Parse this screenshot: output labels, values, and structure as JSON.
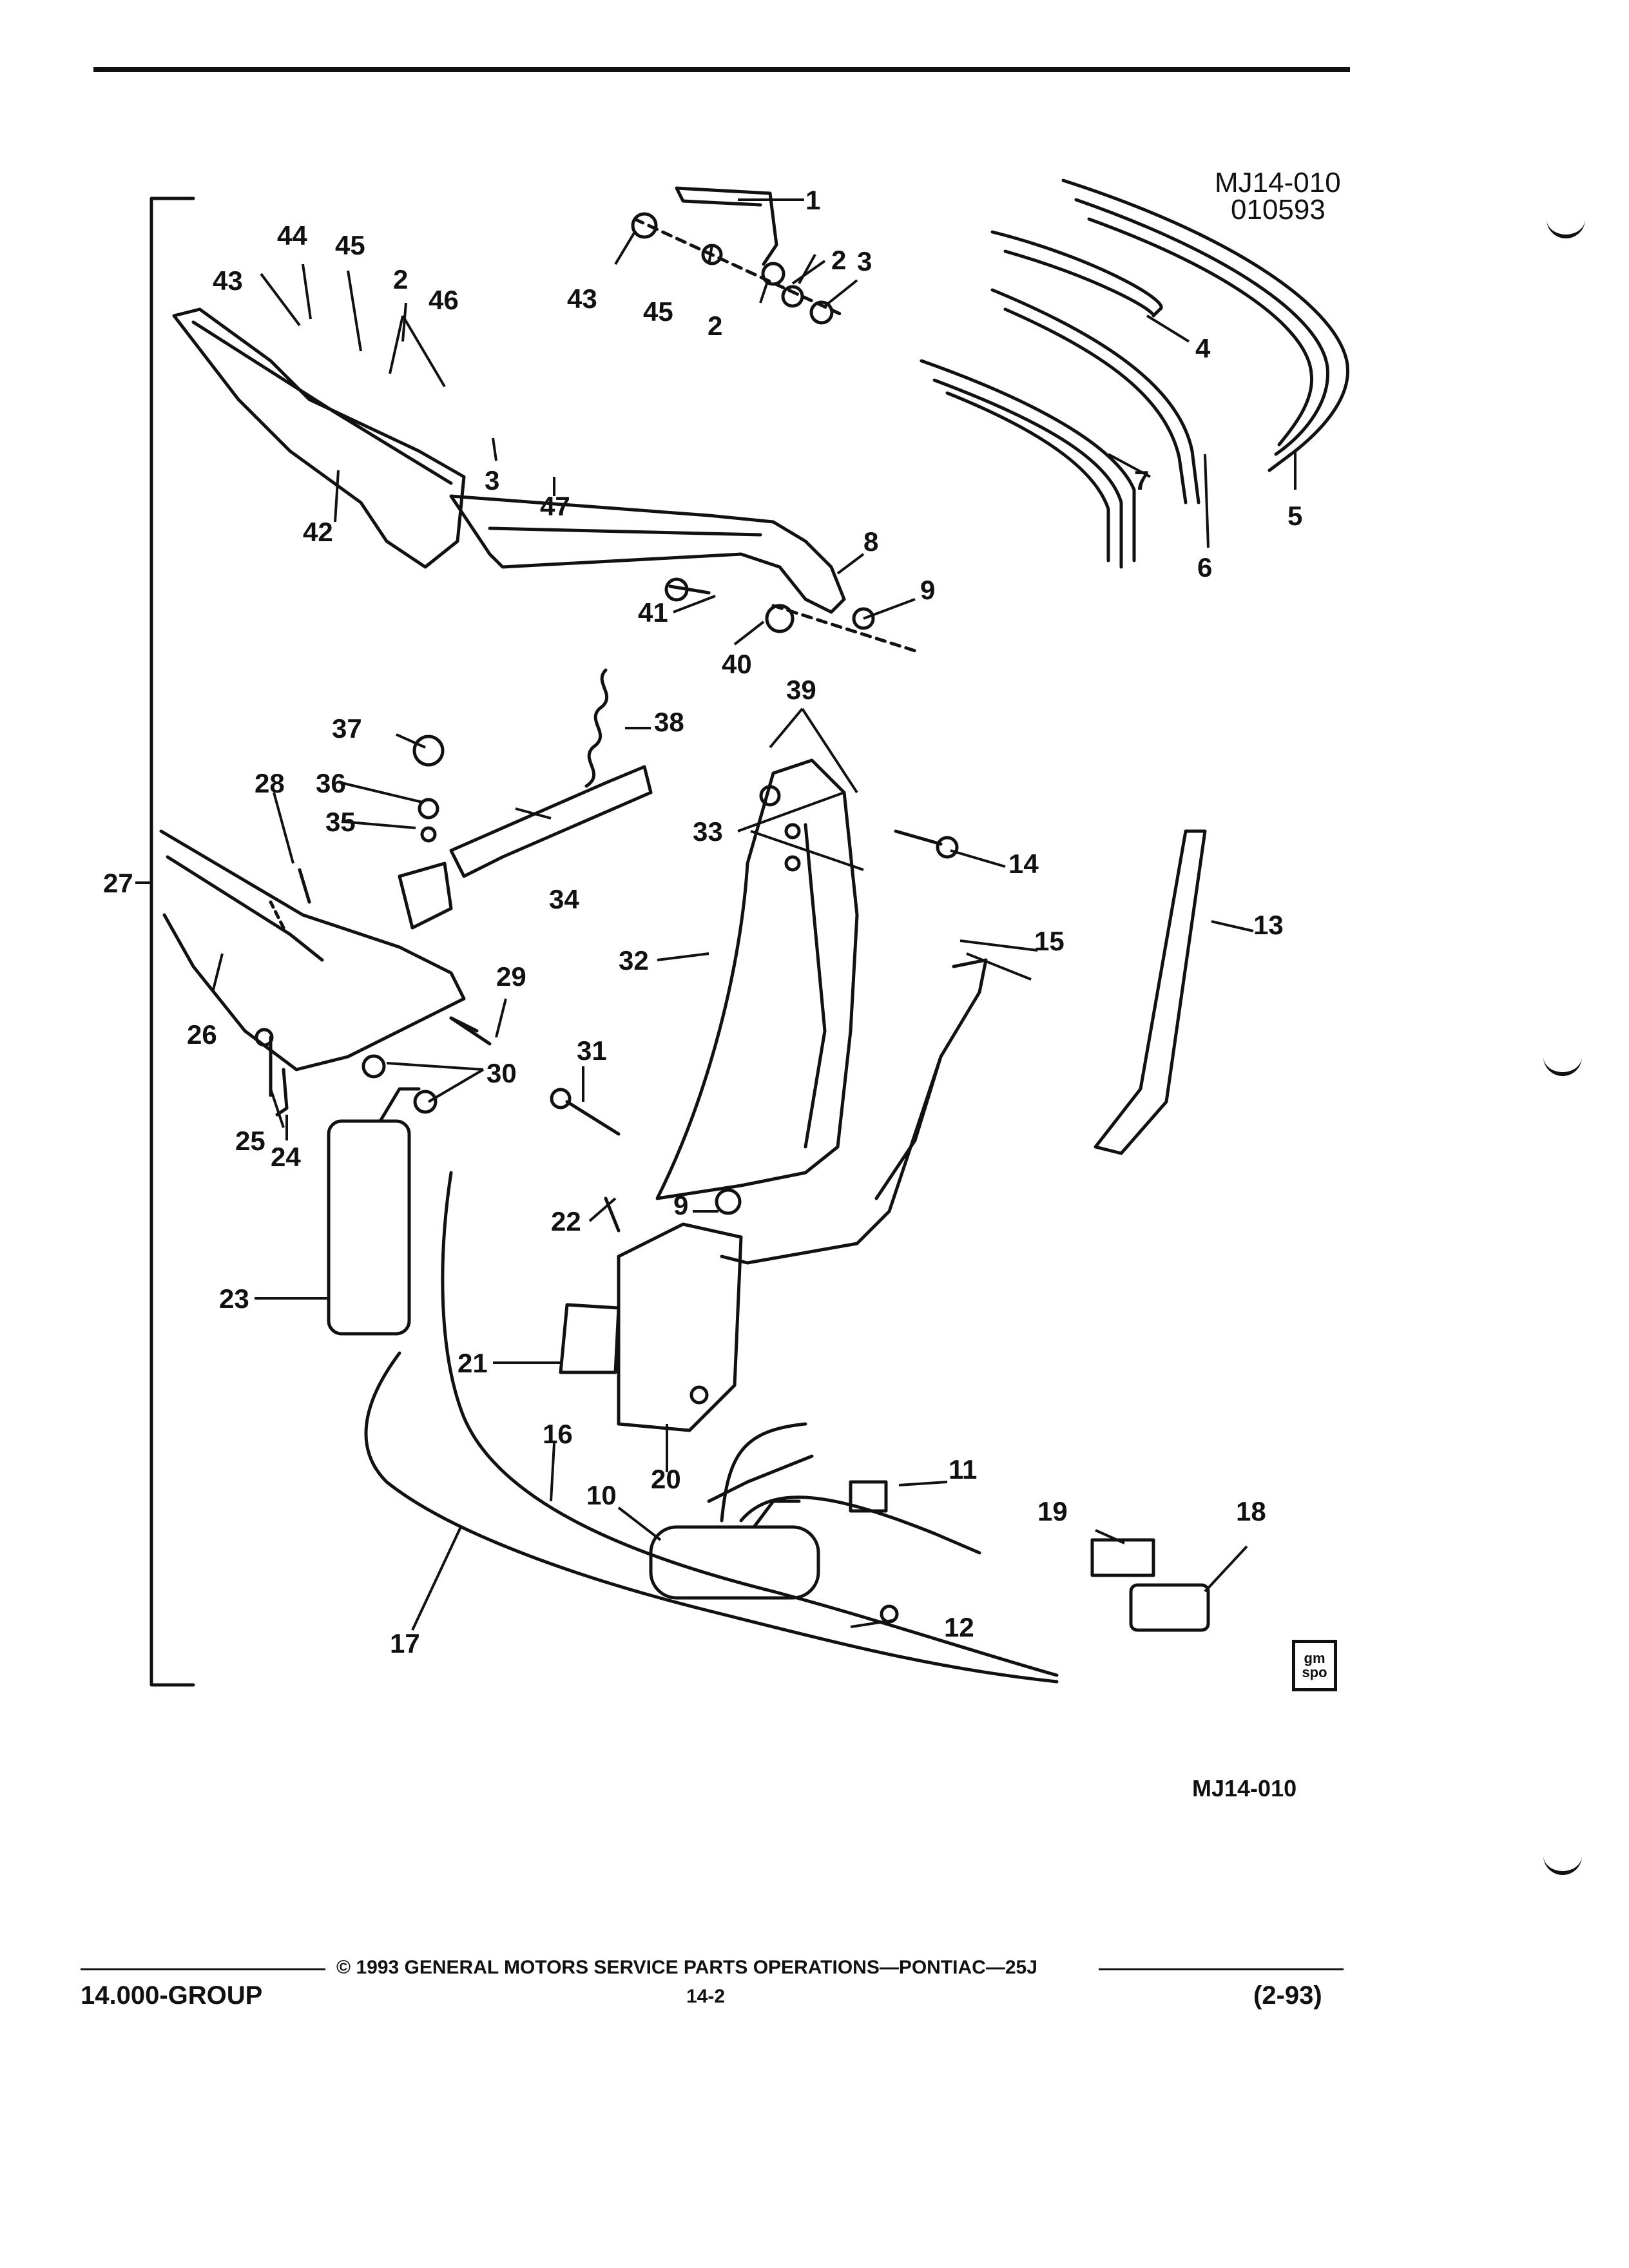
{
  "figure": {
    "id": "MJ14-010",
    "code": "010593",
    "caption_id": "MJ14-010",
    "callouts": [
      "1",
      "2",
      "3",
      "4",
      "5",
      "6",
      "7",
      "8",
      "9",
      "10",
      "11",
      "12",
      "13",
      "14",
      "15",
      "16",
      "17",
      "18",
      "19",
      "20",
      "21",
      "22",
      "23",
      "24",
      "25",
      "26",
      "27",
      "28",
      "29",
      "30",
      "31",
      "32",
      "33",
      "34",
      "35",
      "36",
      "37",
      "38",
      "39",
      "40",
      "41",
      "42",
      "43",
      "44",
      "45",
      "46",
      "47"
    ]
  },
  "logo": {
    "line1": "gm",
    "line2": "spo"
  },
  "footer": {
    "copyright": "© 1993 GENERAL MOTORS SERVICE PARTS OPERATIONS—PONTIAC—25J",
    "group": "14.000-GROUP",
    "page": "14-2",
    "date": "(2-93)"
  }
}
